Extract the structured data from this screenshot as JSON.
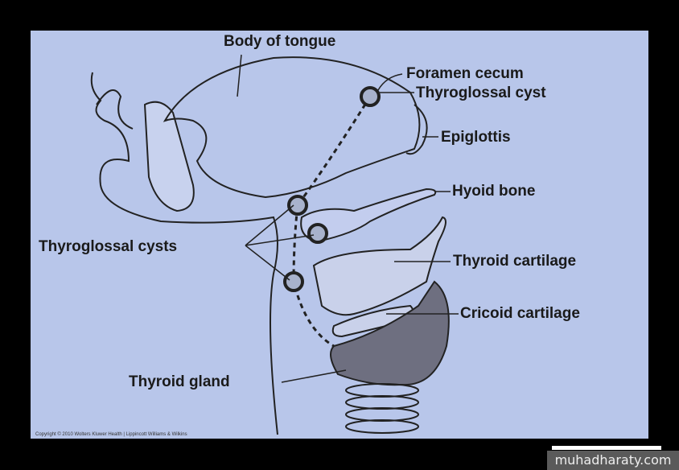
{
  "labels": {
    "body_of_tongue": "Body of tongue",
    "foramen_cecum": "Foramen cecum",
    "thyroglossal_cyst": "Thyroglossal cyst",
    "epiglottis": "Epiglottis",
    "hyoid_bone": "Hyoid bone",
    "thyroglossal_cysts": "Thyroglossal cysts",
    "thyroid_cartilage": "Thyroid cartilage",
    "cricoid_cartilage": "Cricoid cartilage",
    "thyroid_gland": "Thyroid gland"
  },
  "copyright": "Copyright © 2010 Wolters Kluwer Health | Lippincott Williams & Wilkins",
  "watermark": "muhadharaty.com",
  "colors": {
    "background": "#b8c6ea",
    "gland": "#6e6f80",
    "outline": "#222222"
  }
}
